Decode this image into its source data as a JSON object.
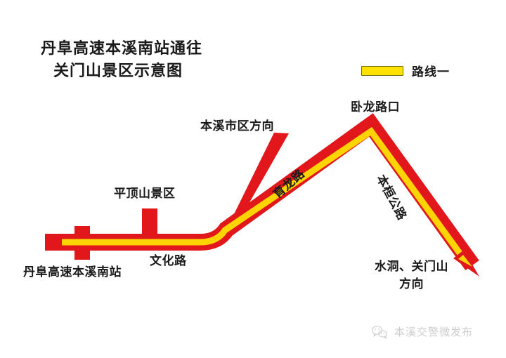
{
  "title": {
    "line_1": "丹阜高速本溪南站通往",
    "line_2": "关门山景区示意图"
  },
  "legend": {
    "label": "路线一",
    "swatch_fill": "#FFE200",
    "swatch_border": "#6f6a16"
  },
  "colors": {
    "road_red": "#E2171B",
    "road_yellow": "#FFD400",
    "branch_red": "#E2171B",
    "text": "#1a1a1a",
    "background": "#ffffff"
  },
  "map": {
    "labels": {
      "benxi_direction": "本溪市区方向",
      "wolong_intersection": "卧龙路口",
      "pingdingshan_scenic": "平顶山景区",
      "wenhua_road": "文化路",
      "danfu_expressway_station": "丹阜高速本溪南站",
      "yulong_road": "育龙路",
      "benhuan_highway": "本桓公路",
      "shuidong_guanmenshan_line_1": "水洞、关门山",
      "shuidong_guanmenshan_line_2": "方向"
    }
  },
  "watermark": {
    "icon": "wechat-icon",
    "label": "本溪交警微发布"
  }
}
